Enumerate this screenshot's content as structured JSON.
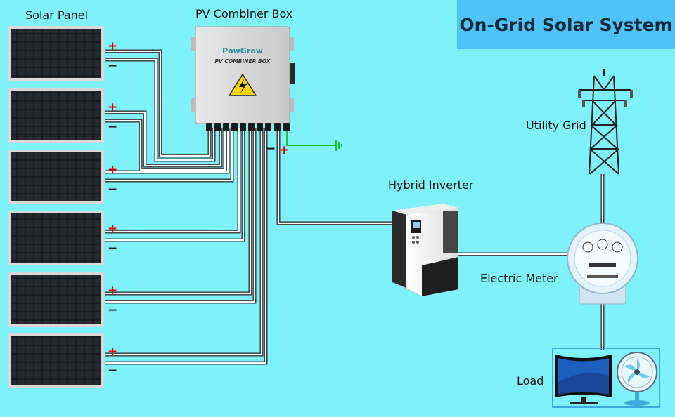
{
  "title": "On-Grid Solar System",
  "labels": {
    "solar_panel": "Solar Panel",
    "combiner_box": "PV Combiner Box",
    "hybrid_inverter": "Hybrid Inverter",
    "utility_grid": "Utility Grid",
    "electric_meter": "Electric Meter",
    "load": "Load"
  },
  "combiner": {
    "brand": "PowGrow",
    "name": "PV COMBINER BOX"
  },
  "polarity": {
    "plus": "+",
    "minus": "−"
  },
  "panel_count": 6,
  "colors": {
    "background": "#7ff1f8",
    "title_box": "#4fc3f7",
    "plus": "#e00000",
    "ground_wire": "#00b000"
  }
}
